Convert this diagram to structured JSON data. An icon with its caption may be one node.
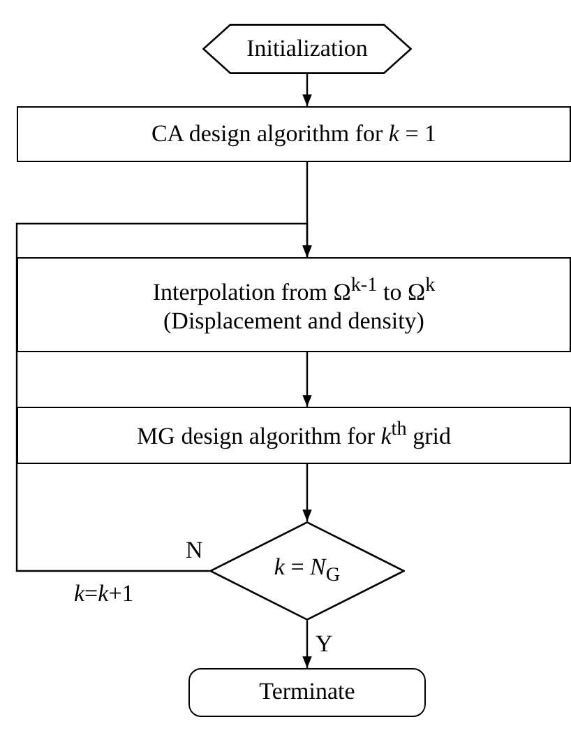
{
  "diagram": {
    "nodes": [
      {
        "text": [
          "Initialization"
        ]
      },
      {
        "text": [
          "CA design algorithm for *k* = 1"
        ]
      },
      {
        "text": [
          "Interpolation from Ω$^{k-1}$ to Ω$^{k}$ (Displacement and density)"
        ]
      },
      {
        "text": [
          "MG design algorithm for *k*$^{th}$ grid"
        ]
      },
      {
        "text": [
          "*k* = *N*$_{G}$"
        ]
      },
      {
        "text": [
          "Terminate"
        ]
      }
    ],
    "edges": [
      {
        "from": 0,
        "to": 1,
        "arrow": "to"
      },
      {
        "from": 1,
        "to": 2,
        "arrow": "to"
      },
      {
        "from": 2,
        "to": 3,
        "arrow": "to"
      },
      {
        "from": 3,
        "to": 4,
        "arrow": "to"
      },
      {
        "from": 4,
        "to": 2,
        "arrow": "to",
        "label": "N"
      },
      {
        "from": 4,
        "to": 5,
        "arrow": "to",
        "label": "Y"
      }
    ],
    "labels": [
      "*k*=*k*+1"
    ]
  }
}
